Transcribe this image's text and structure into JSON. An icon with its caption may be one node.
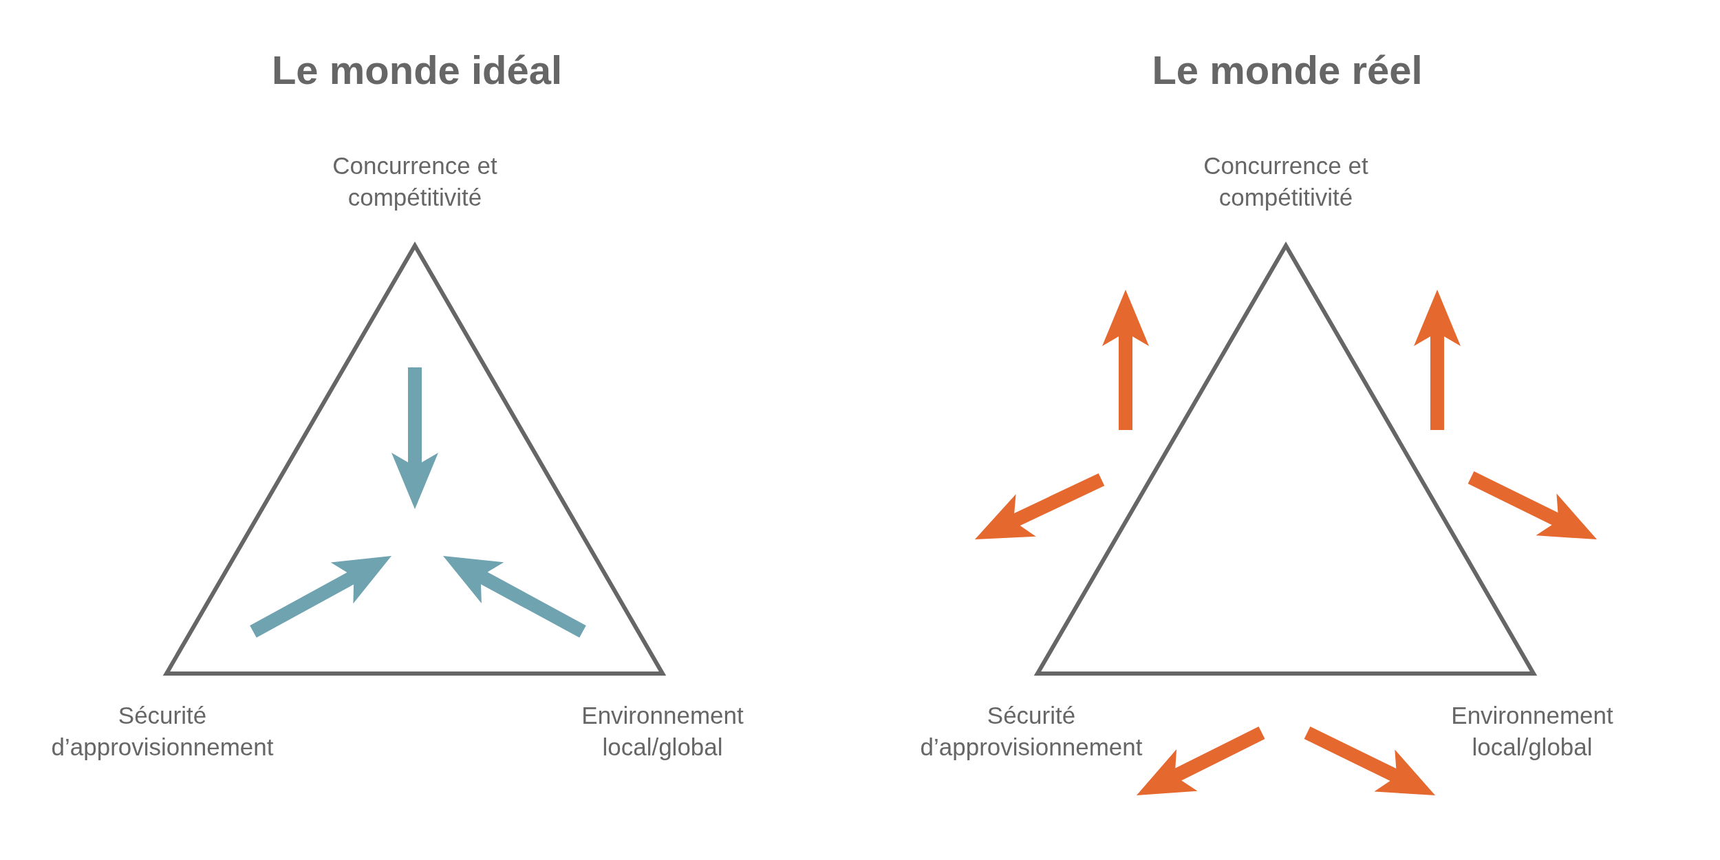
{
  "diagram": {
    "labels": [
      "Le monde idéal",
      "Le monde réel",
      "Concurrence et compétitivité",
      "Concurrence et compétitivité",
      "Sécurité d’approvisionnement",
      "Environnement local/global",
      "Sécurité d’approvisionnement",
      "Environnement local/global"
    ]
  }
}
